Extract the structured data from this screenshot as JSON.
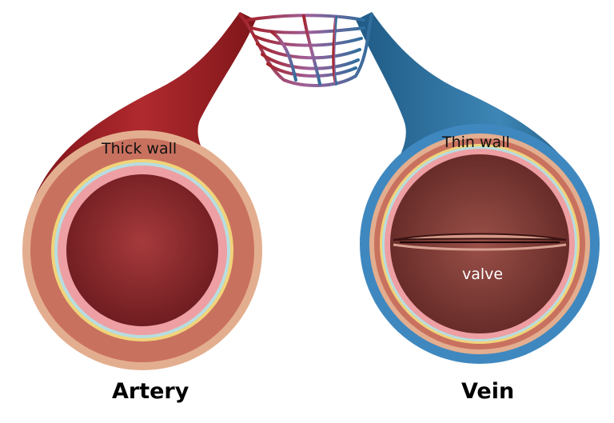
{
  "labels": {
    "artery_wall": "Thick wall",
    "vein_wall": "Thin wall",
    "valve": "valve",
    "artery": "Artery",
    "vein": "Vein"
  },
  "colors": {
    "artery": "#9b1c22",
    "vein": "#2d6f9c",
    "tan_layer": "#e2ab8c",
    "muscle_layer": "#c8685e",
    "lumen_artery": "#8e2a2e",
    "lumen_vein": "#8a3f38"
  }
}
